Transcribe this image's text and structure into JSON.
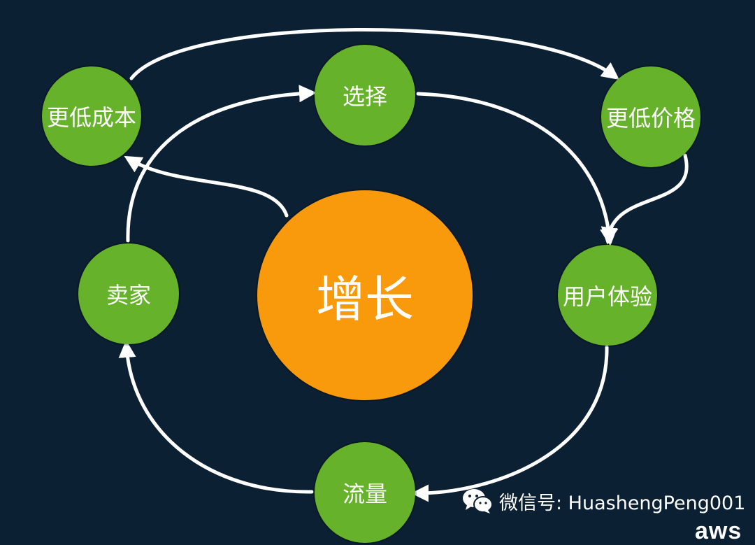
{
  "diagram": {
    "center": {
      "label": "增长",
      "color": "#f99a0d"
    },
    "nodes": {
      "lower_cost": "更低成本",
      "selection": "选择",
      "lower_price": "更低价格",
      "customer_experience": "用户体验",
      "traffic": "流量",
      "sellers": "卖家"
    },
    "node_color": "#66b22a",
    "arrow_color": "#ffffff",
    "background": "#0c2033"
  },
  "watermark": {
    "icon": "wechat-icon",
    "text": "微信号: HuashengPeng001"
  },
  "logo": {
    "text": "aws"
  }
}
